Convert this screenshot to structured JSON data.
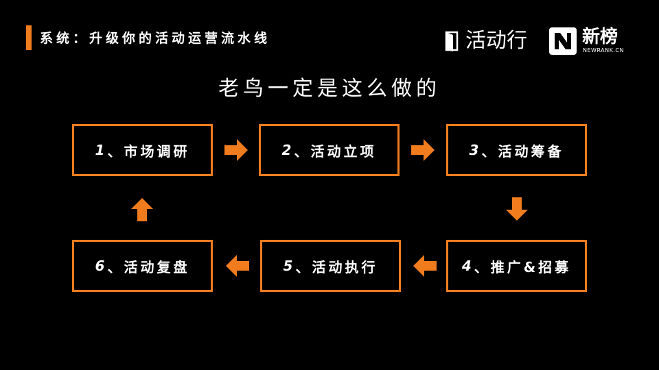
{
  "header": {
    "title": "系统：升级你的活动运营流水线",
    "accent_color": "#F07C1E"
  },
  "logos": {
    "brand1": {
      "text": "活动行",
      "icon": "door-logo-icon"
    },
    "brand2": {
      "cn": "新榜",
      "en": "NEWRANK.CN",
      "icon": "newrank-n-logo-icon"
    }
  },
  "main_title": "老鸟一定是这么做的",
  "steps": [
    {
      "num": "1",
      "sep": "、",
      "label": "市场调研"
    },
    {
      "num": "2",
      "sep": "、",
      "label": "活动立项"
    },
    {
      "num": "3",
      "sep": "、",
      "label": "活动筹备"
    },
    {
      "num": "4",
      "sep": "、",
      "label": "推广&招募"
    },
    {
      "num": "5",
      "sep": "、",
      "label": "活动执行"
    },
    {
      "num": "6",
      "sep": "、",
      "label": "活动复盘"
    }
  ],
  "arrows": {
    "icon": "arrow-icon",
    "color": "#F07C1E",
    "directions": [
      "right",
      "right",
      "down",
      "left",
      "left",
      "up"
    ]
  }
}
